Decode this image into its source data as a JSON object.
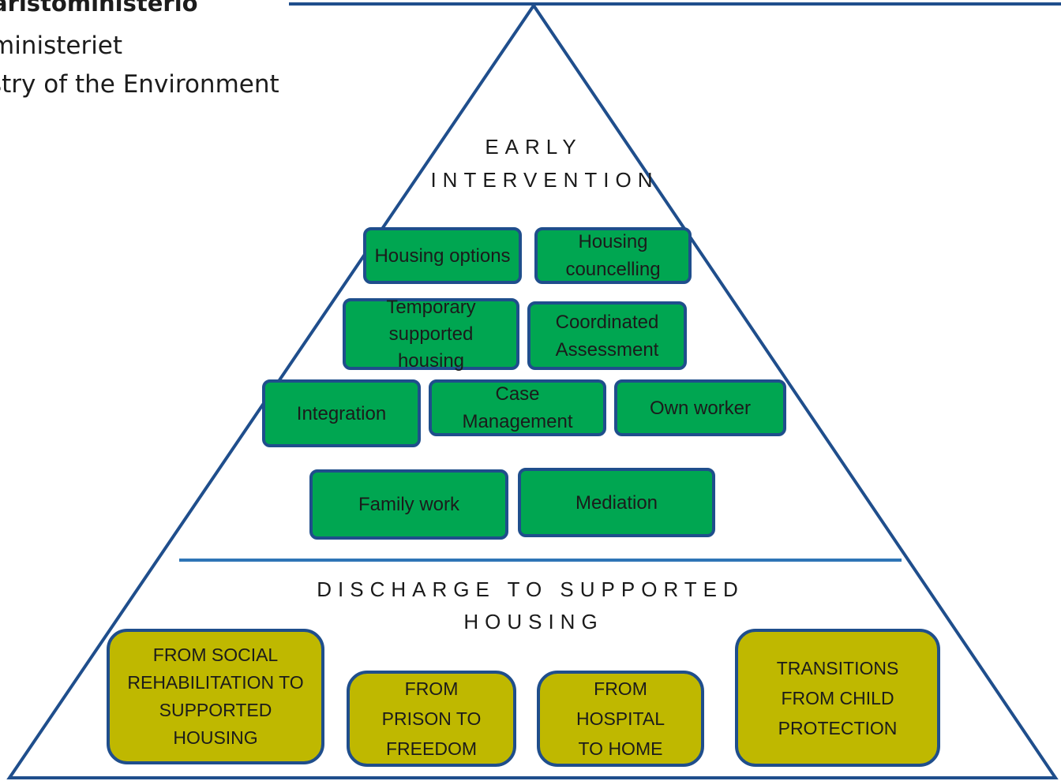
{
  "logo": {
    "line1": "aristoministeriö",
    "line2": "ministeriet",
    "line3": "stry of the Environment"
  },
  "tiers": {
    "early": {
      "heading_line1": "EARLY",
      "heading_line2": "INTERVENTION",
      "boxes": {
        "housing_options": "Housing options",
        "housing_councelling": "Housing councelling",
        "temporary_supported_housing": "Temporary supported housing",
        "coordinated_assessment": "Coordinated Assessment",
        "integration": "Integration",
        "case_management": "Case Management",
        "own_worker": "Own worker",
        "family_work": "Family work",
        "mediation": "Mediation"
      }
    },
    "discharge": {
      "heading_line1": "DISCHARGE TO SUPPORTED",
      "heading_line2": "HOUSING",
      "boxes": {
        "social_rehabilitation": "FROM SOCIAL REHABILITATION TO SUPPORTED HOUSING",
        "prison": "FROM PRISON TO FREEDOM",
        "hospital": "FROM HOSPITAL TO HOME",
        "child_protection": "TRANSITIONS FROM CHILD PROTECTION"
      }
    }
  },
  "colors": {
    "outline": "#1f4e8c",
    "divider": "#2e75b6",
    "early_box": "#00a651",
    "discharge_box": "#bfb800"
  }
}
